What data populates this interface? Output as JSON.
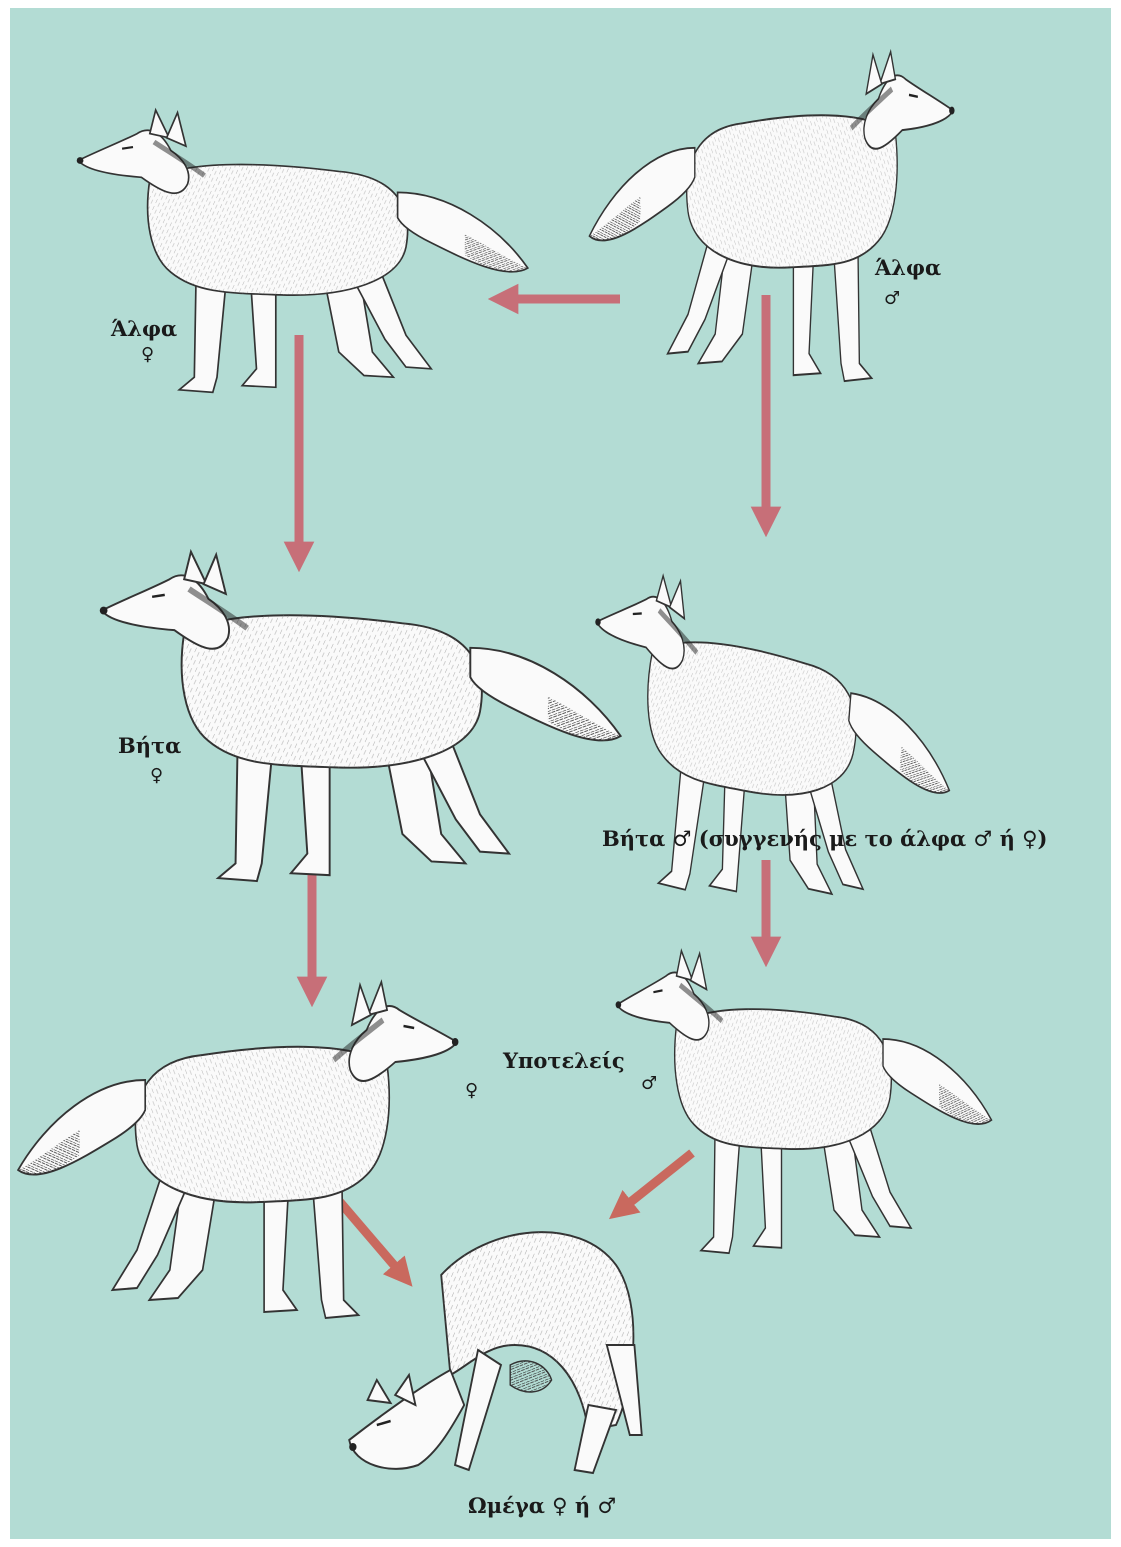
{
  "colors": {
    "background": "#b3dcd4",
    "arrow": "#c76f78",
    "arrow_omega": "#c9695e",
    "wolf_fill": "#fafafa",
    "wolf_ink": "#333333"
  },
  "labels": {
    "alpha_female": "Άλφα",
    "alpha_female_symbol": "♀",
    "alpha_male": "Άλφα",
    "alpha_male_symbol": "♂",
    "beta_female": "Βήτα",
    "beta_female_symbol": "♀",
    "beta_male": "Βήτα ♂ (συγγενής με το άλφα ♂ ή ♀)",
    "subordinates": "Υποτελείς",
    "subordinate_female_symbol": "♀",
    "subordinate_male_symbol": "♂",
    "omega": "Ωμέγα ♀ ή ♂"
  },
  "wolves": [
    {
      "id": "alpha-female",
      "icon": "wolf-standing-left-icon"
    },
    {
      "id": "alpha-male",
      "icon": "wolf-standing-front-icon"
    },
    {
      "id": "beta-female",
      "icon": "wolf-standing-left-icon"
    },
    {
      "id": "beta-male",
      "icon": "wolf-head-down-icon"
    },
    {
      "id": "subordinate-female",
      "icon": "wolf-standing-right-icon"
    },
    {
      "id": "subordinate-male",
      "icon": "wolf-standing-left-icon"
    },
    {
      "id": "omega",
      "icon": "wolf-cowering-icon"
    }
  ],
  "hierarchy": [
    {
      "from": "alpha-male",
      "to": "alpha-female"
    },
    {
      "from": "alpha-male",
      "to": "beta-male"
    },
    {
      "from": "alpha-female",
      "to": "beta-female"
    },
    {
      "from": "beta-female",
      "to": "subordinate-female"
    },
    {
      "from": "beta-male",
      "to": "subordinate-male"
    },
    {
      "from": "subordinate-female",
      "to": "omega"
    },
    {
      "from": "subordinate-male",
      "to": "omega"
    }
  ]
}
